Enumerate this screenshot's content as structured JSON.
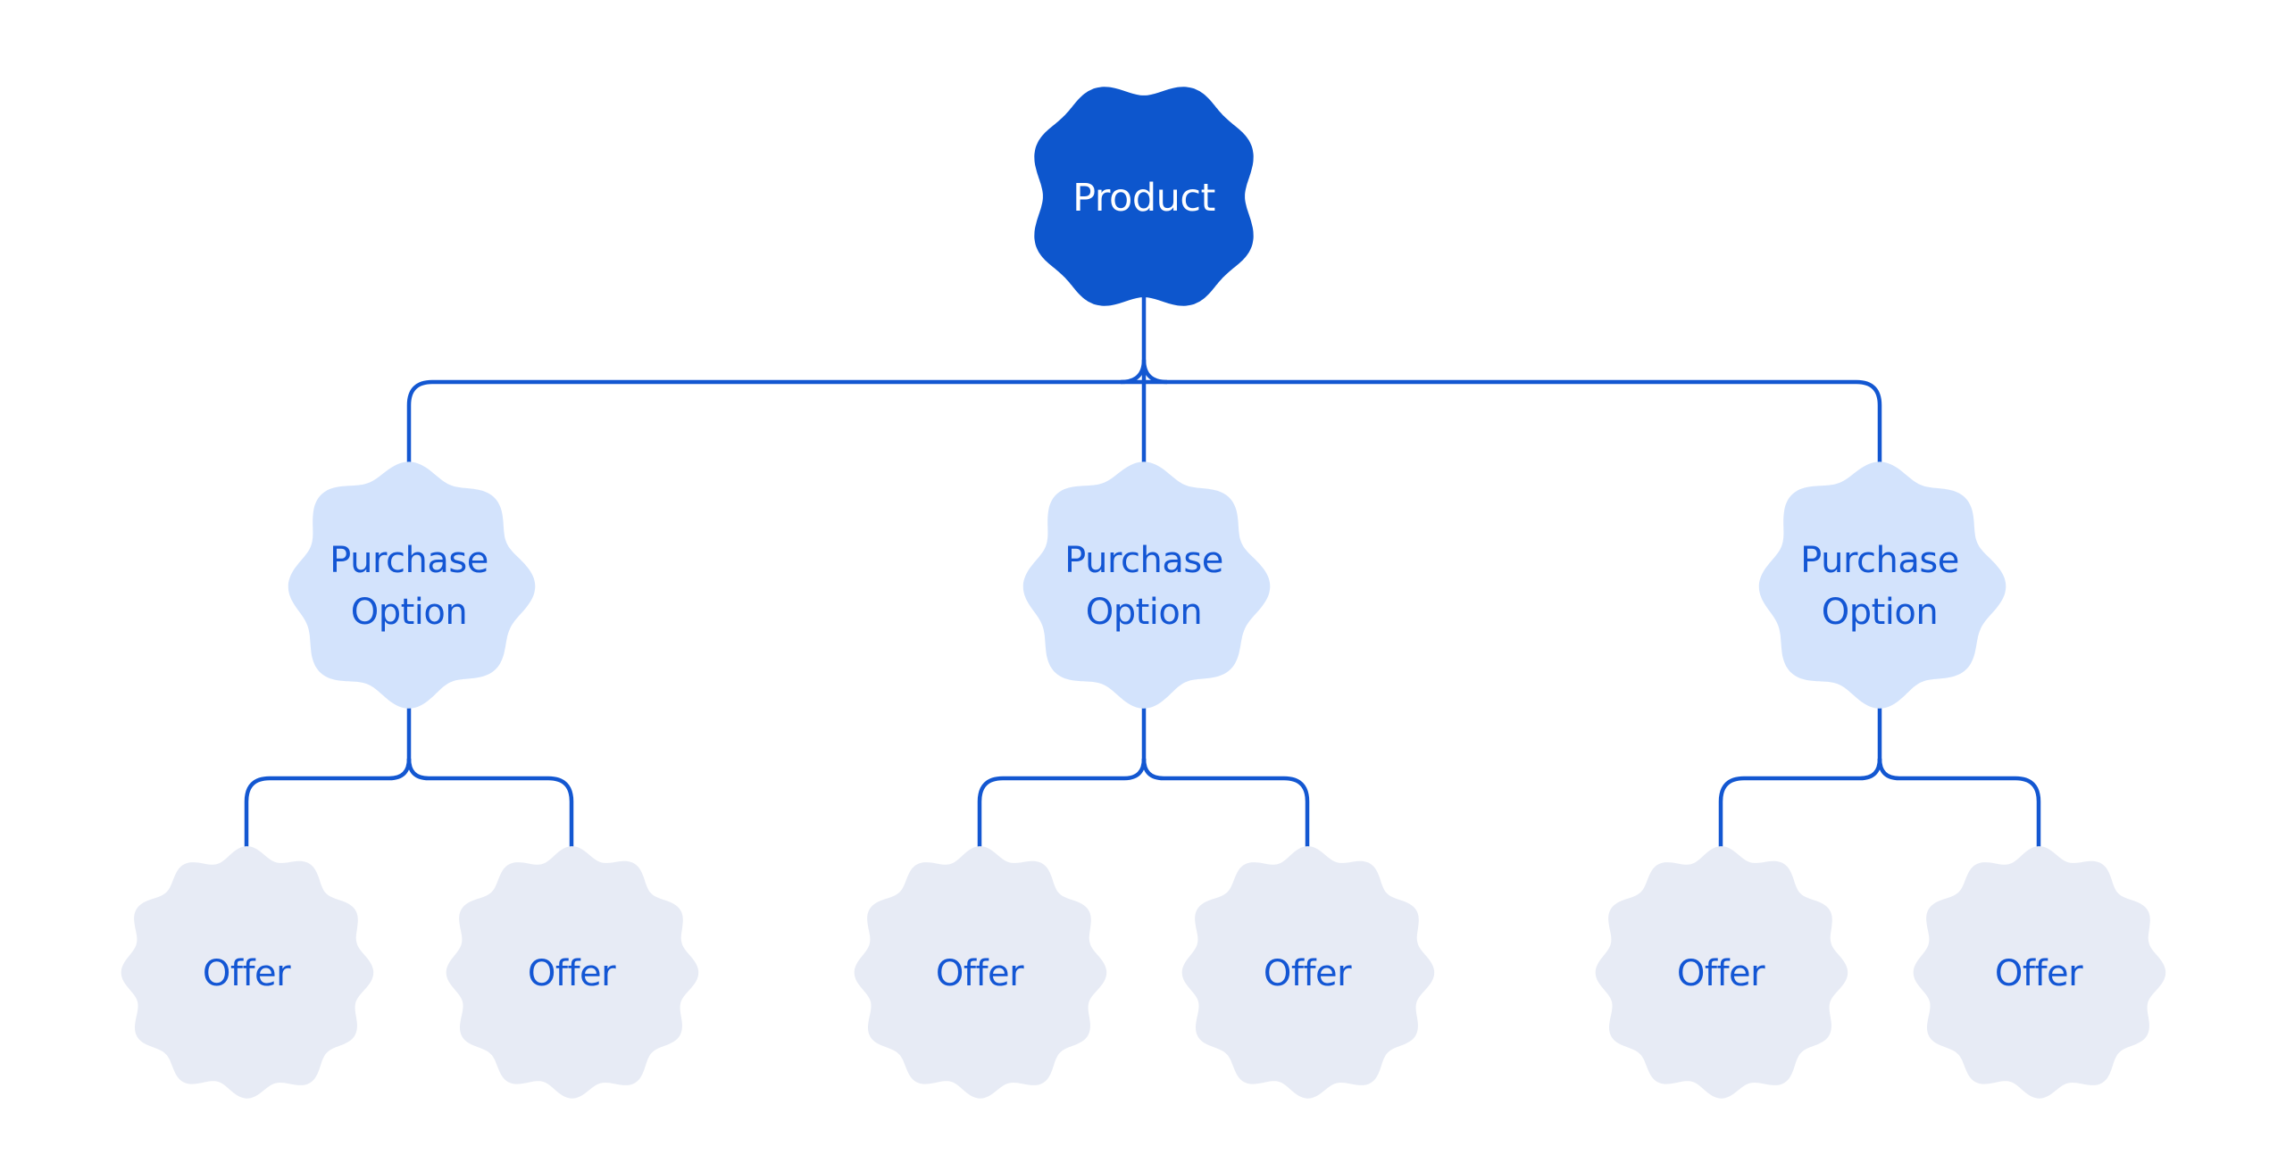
{
  "diagram": {
    "background": "#ffffff",
    "colors": {
      "product_fill": "#0d56cd",
      "product_text": "#ffffff",
      "purchase_option_fill": "#d3e3fc",
      "offer_fill": "#e7ebf5",
      "connector": "#1357d1",
      "label_text": "#1356d4"
    },
    "product": {
      "label": "Product"
    },
    "purchase_options": [
      {
        "label": "Purchase Option",
        "lines": [
          "Purchase",
          "Option"
        ]
      },
      {
        "label": "Purchase Option",
        "lines": [
          "Purchase",
          "Option"
        ]
      },
      {
        "label": "Purchase Option",
        "lines": [
          "Purchase",
          "Option"
        ]
      }
    ],
    "offers": [
      {
        "label": "Offer"
      },
      {
        "label": "Offer"
      },
      {
        "label": "Offer"
      },
      {
        "label": "Offer"
      },
      {
        "label": "Offer"
      },
      {
        "label": "Offer"
      }
    ]
  }
}
